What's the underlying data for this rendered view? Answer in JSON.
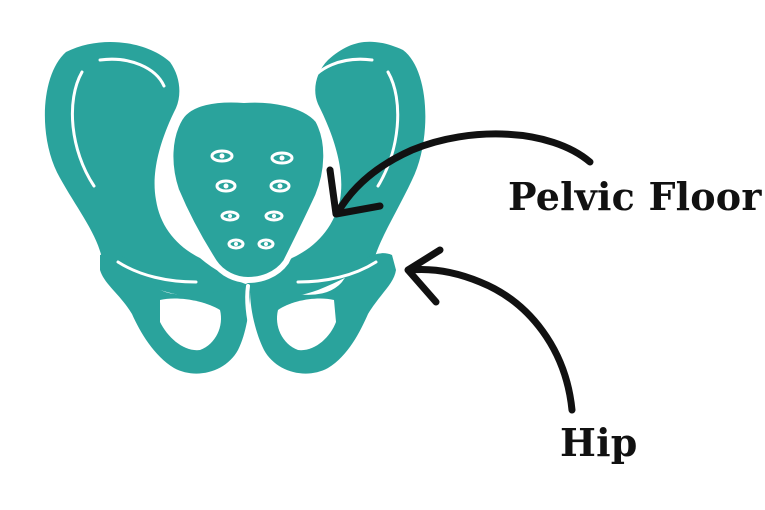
{
  "labels": {
    "pelvic_floor": "Pelvic Floor",
    "hip": "Hip"
  },
  "colors": {
    "bone": "#2aa39c",
    "bone_highlight": "#ffffff",
    "arrow": "#111111",
    "text": "#111111",
    "background": "#ffffff"
  },
  "illustration": {
    "subject": "pelvis",
    "icons": [
      "pelvis-illustration",
      "pelvic-floor-arrow",
      "hip-arrow"
    ]
  }
}
